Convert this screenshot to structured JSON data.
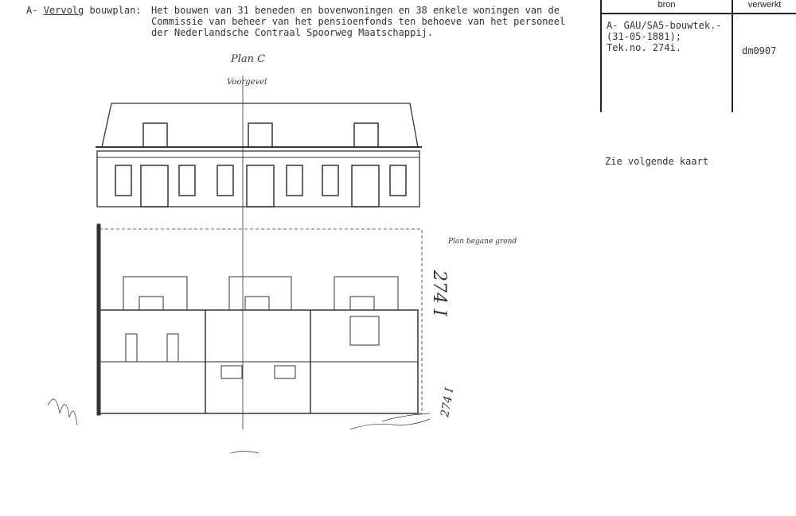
{
  "header": {
    "prefix": "A-",
    "prefix_link": "Vervolg",
    "label": "bouwplan:",
    "description_lines": [
      "Het bouwen van 31 beneden en bovenwoningen en 38 enkele woningen van de",
      "Commissie van beheer van het pensioenfonds ten behoeve van het personeel",
      "der Nederlandsche Contraal Spoorweg Maatschappij."
    ]
  },
  "table": {
    "col_bron": "bron",
    "col_verwerkt": "verwerkt",
    "bron_lines": [
      "A- GAU/SA5-bouwtek.-",
      "(31-05-1881);",
      "Tek.no. 274i."
    ],
    "verwerkt": "dm0907"
  },
  "note": "Zie volgende kaart",
  "drawing": {
    "title": "Plan C",
    "elevation_label": "Voorgevel",
    "plan_label": "Plan begane grond",
    "sheet_number": "274 I",
    "stamp_number": "274 I"
  }
}
